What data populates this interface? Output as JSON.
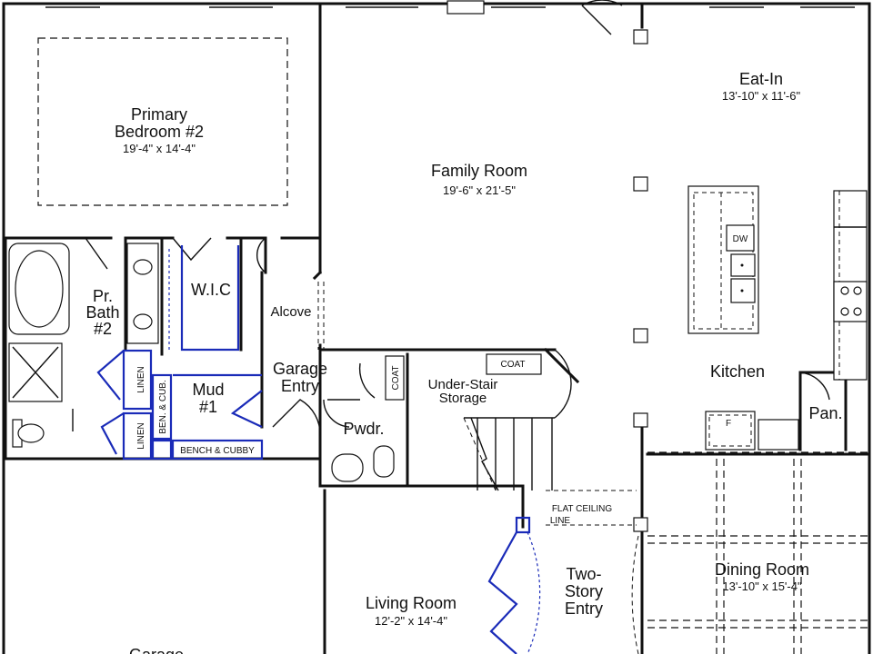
{
  "rooms": {
    "primary_bedroom": {
      "name_line1": "Primary",
      "name_line2": "Bedroom #2",
      "dims": "19'-4\" x 14'-4\""
    },
    "family_room": {
      "name": "Family Room",
      "dims": "19'-6\" x 21'-5\""
    },
    "eat_in": {
      "name": "Eat-In",
      "dims": "13'-10\" x 11'-6\""
    },
    "kitchen": {
      "name": "Kitchen"
    },
    "primary_bath": {
      "line1": "Pr.",
      "line2": "Bath",
      "line3": "#2"
    },
    "wic": {
      "name": "W.I.C"
    },
    "alcove": {
      "name": "Alcove"
    },
    "garage_entry": {
      "line1": "Garage",
      "line2": "Entry"
    },
    "mud": {
      "line1": "Mud",
      "line2": "#1"
    },
    "powder": {
      "name": "Pwdr."
    },
    "under_stair": {
      "line1": "Under-Stair",
      "line2": "Storage"
    },
    "pantry": {
      "name": "Pan."
    },
    "living_room": {
      "name": "Living Room",
      "dims": "12'-2\" x 14'-4\""
    },
    "two_story_entry": {
      "line1": "Two-",
      "line2": "Story",
      "line3": "Entry"
    },
    "dining_room": {
      "name": "Dining Room",
      "dims": "13'-10\" x 15'-4\""
    },
    "garage": {
      "name": "Garage"
    }
  },
  "labels": {
    "linen_upper": "LINEN",
    "linen_lower": "LINEN",
    "bench_cub": "BEN. & CUB.",
    "bench_cubby": "BENCH & CUBBY",
    "coat_closet": "COAT",
    "coat_stair": "COAT",
    "dishwasher": "DW",
    "fridge": "F",
    "flat_ceiling_line1": "FLAT CEILING",
    "flat_ceiling_line2": "LINE"
  },
  "colors": {
    "walls": "#111111",
    "blue_fixtures": "#1a2bb8",
    "background": "#ffffff"
  }
}
